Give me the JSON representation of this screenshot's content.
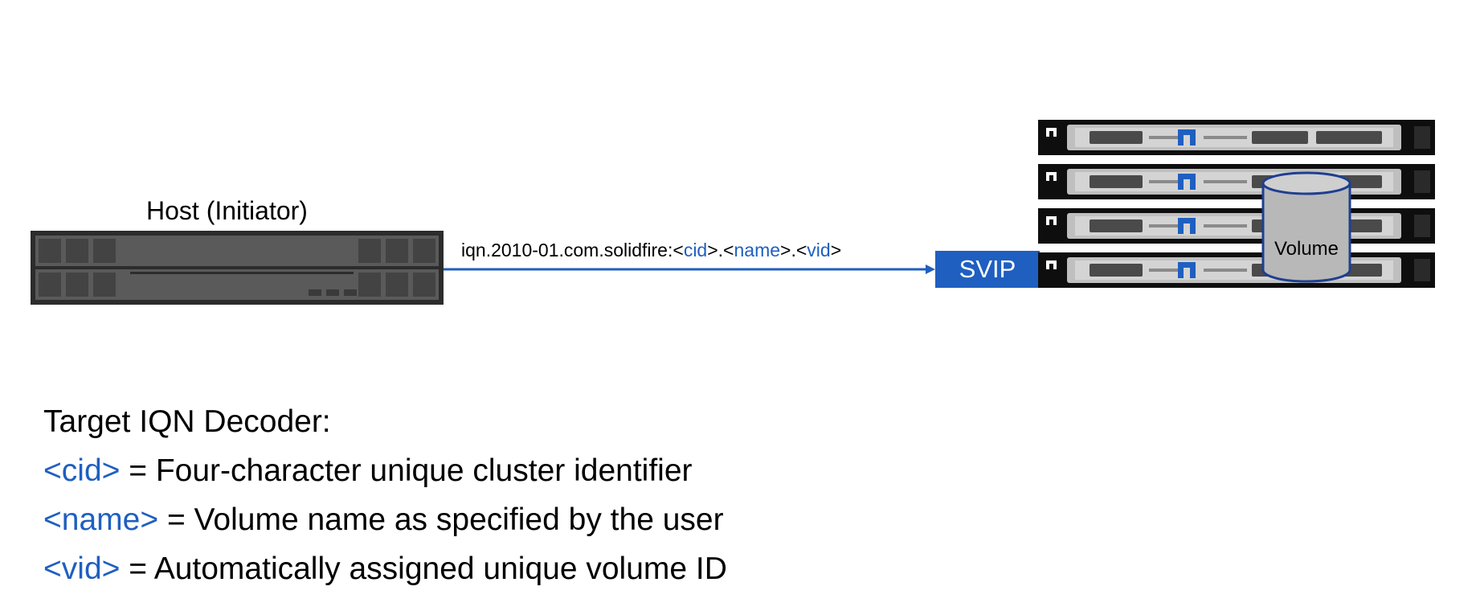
{
  "host": {
    "title": "Host (Initiator)"
  },
  "connection": {
    "iqn_prefix": "iqn.2010-01.com.solidfire:<",
    "cid": "cid",
    "sep1": ">.<",
    "name": "name",
    "sep2": ">.<",
    "vid": "vid",
    "suffix": ">"
  },
  "svip": {
    "label": "SVIP"
  },
  "volume": {
    "label": "Volume"
  },
  "decoder": {
    "title": "Target IQN Decoder:",
    "items": [
      {
        "token": "<cid>",
        "description": " = Four-character unique cluster identifier"
      },
      {
        "token": "<name>",
        "description": " = Volume name as specified by the user"
      },
      {
        "token": "<vid>",
        "description": " = Automatically assigned unique volume ID"
      }
    ]
  },
  "colors": {
    "accent_blue": "#1f5fc0",
    "server_dark": "#0e0e0e",
    "volume_fill": "#b8b8b8",
    "volume_outline": "#1f3f8f"
  }
}
